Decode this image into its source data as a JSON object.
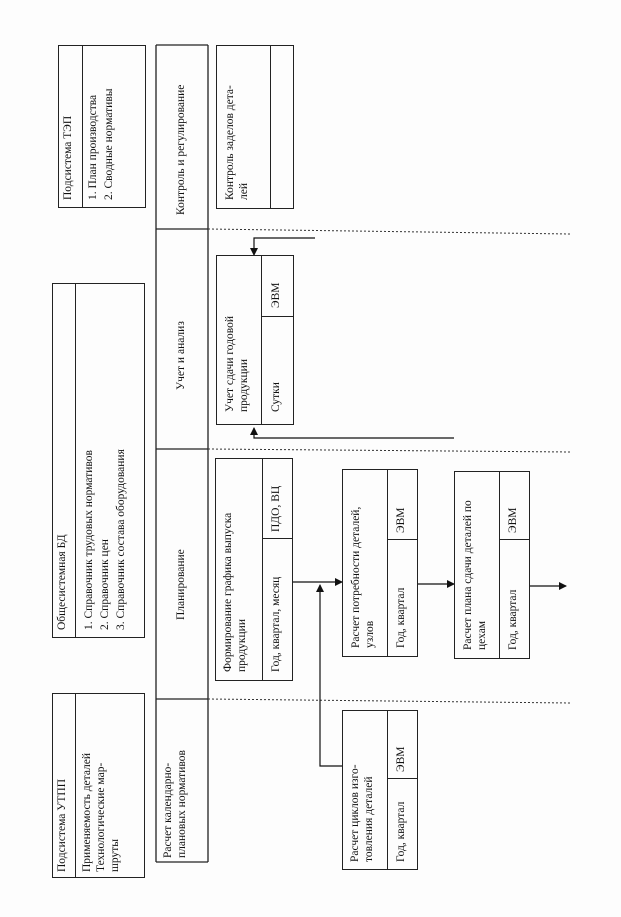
{
  "subsystems": {
    "utpp": {
      "title": "Подсистема УТПП",
      "items": [
        "Применяемость деталей",
        "Технологические мар-",
        "шруты"
      ]
    },
    "bd": {
      "title": "Общесистемная БД",
      "items": [
        "1.   Справочник трудовых нормативов",
        "2.   Справочник цен",
        "3.   Справочник состава оборудования"
      ]
    },
    "tep": {
      "title": "Подсистема ТЭП",
      "items": [
        "1.   План производства",
        "2.   Сводные нормативы"
      ]
    }
  },
  "columns": {
    "calendar": [
      "Расчет календарно-",
      "плановых нормативов"
    ],
    "planning": "Планирование",
    "accounting": "Учет и анализ",
    "control": "Контроль и регулирование"
  },
  "tasks": {
    "cycles": {
      "title": [
        "Расчет циклов изго-",
        "товления деталей"
      ],
      "period": "Год, квартал",
      "executor": "ЭВМ"
    },
    "schedule": {
      "title": [
        "Формирование графика выпуска",
        "продукции"
      ],
      "period": "Год, квартал, месяц",
      "executor": "ПДО, ВЦ"
    },
    "needs": {
      "title": [
        "Расчет потребности деталей,",
        "узлов"
      ],
      "period": "Год, квартал",
      "executor": "ЭВМ"
    },
    "delivery_plan": {
      "title": [
        "Расчет плана сдачи деталей по",
        "цехам"
      ],
      "period": "Год, квартал",
      "executor": "ЭВМ"
    },
    "annual_output": {
      "title": [
        "Учет сдачи годовой",
        "продукции"
      ],
      "period": "Сутки",
      "executor": "ЭВМ"
    },
    "backlog": {
      "title": [
        "Контроль заделов дета-",
        "лей"
      ]
    }
  }
}
